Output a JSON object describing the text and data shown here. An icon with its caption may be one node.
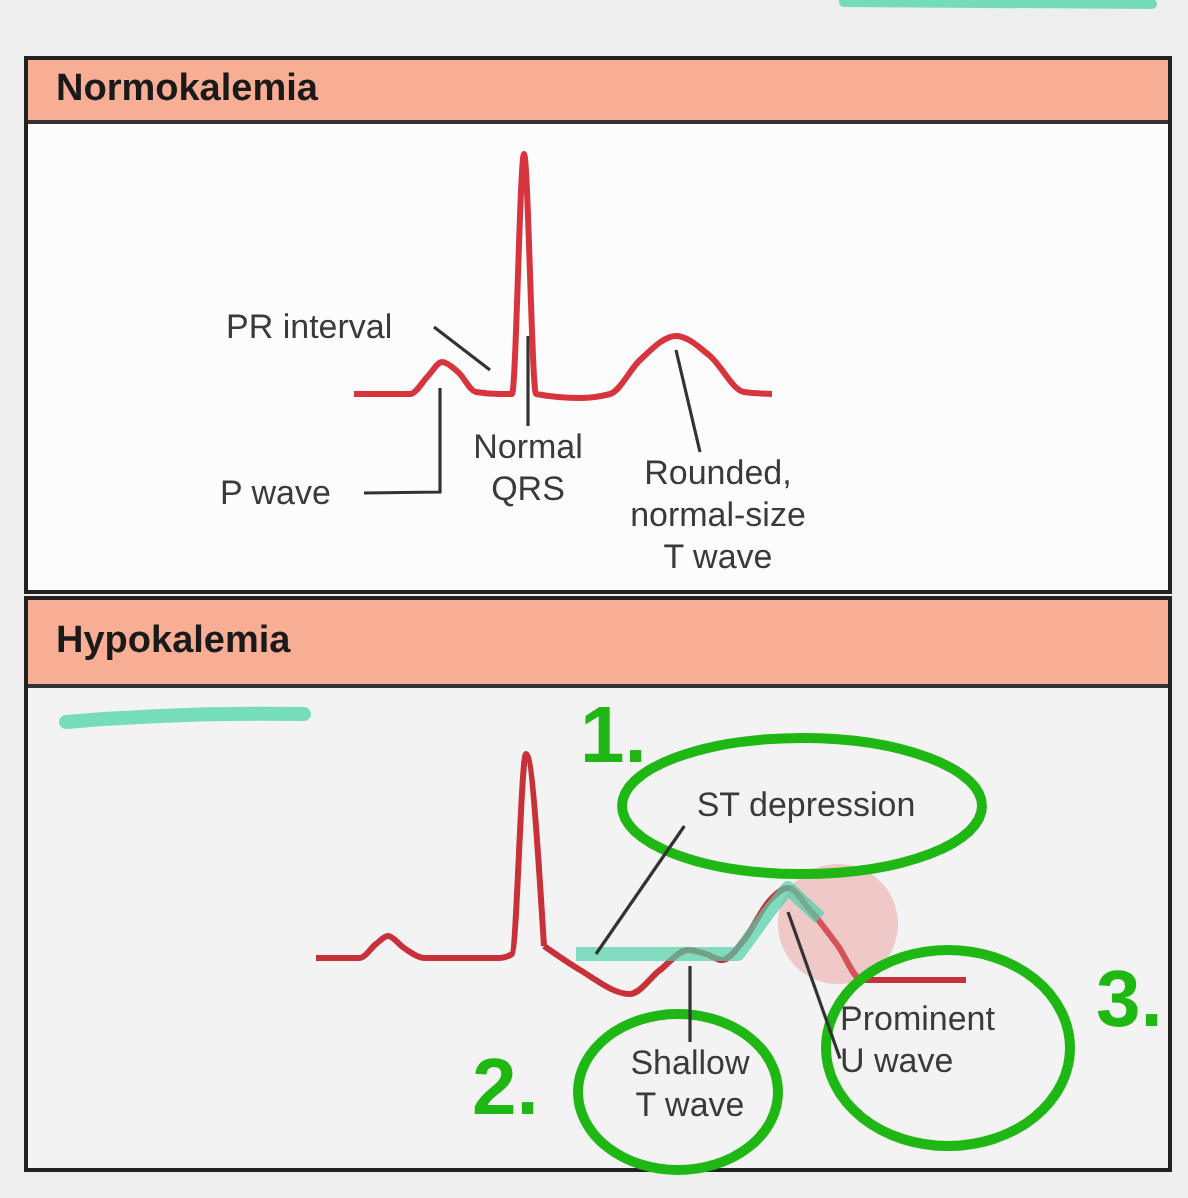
{
  "diagram": {
    "nodes": [
      {
        "text": [
          "Normokalemia"
        ]
      },
      {
        "text": [],
        "shape": "line",
        "in": 0
      },
      {
        "text": [
          "PR interval"
        ],
        "in": 0
      },
      {
        "text": [
          "P wave"
        ],
        "in": 0
      },
      {
        "text": [
          "Normal QRS"
        ],
        "in": 0
      },
      {
        "text": [
          "Rounded, normal-size T wave"
        ],
        "in": 0
      },
      {
        "text": [
          "Hypokalemia"
        ]
      },
      {
        "text": [],
        "shape": "line",
        "in": 6
      },
      {
        "text": [
          "ST depression"
        ],
        "in": 6
      },
      {
        "text": [
          "Shallow T wave"
        ],
        "in": 6
      },
      {
        "text": [
          "Prominent U wave"
        ],
        "in": 6
      }
    ],
    "edges": [
      {
        "from": 2,
        "to": 1,
        "arrow": "none"
      },
      {
        "from": 3,
        "to": 1,
        "arrow": "none"
      },
      {
        "from": 4,
        "to": 1,
        "arrow": "none"
      },
      {
        "from": 5,
        "to": 1,
        "arrow": "none"
      },
      {
        "from": 8,
        "to": 7,
        "arrow": "none"
      },
      {
        "from": 9,
        "to": 7,
        "arrow": "none"
      },
      {
        "from": 10,
        "to": 7,
        "arrow": "none"
      }
    ],
    "labels": [
      "1.",
      "2.",
      "3."
    ]
  }
}
